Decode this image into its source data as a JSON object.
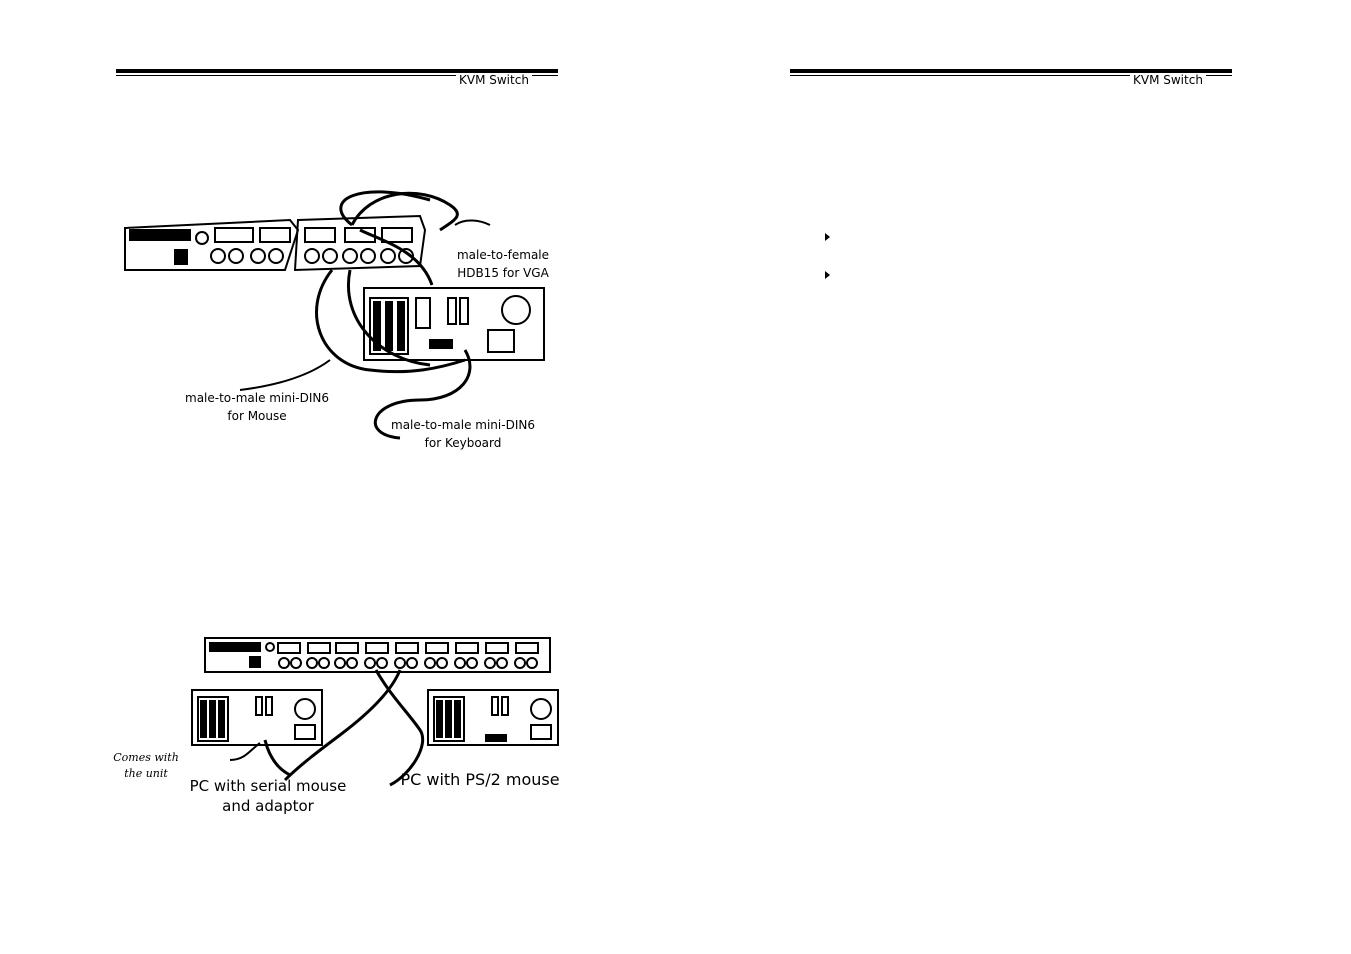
{
  "pages": [
    {
      "header": "KVM Switch",
      "figure1": {
        "label_vga_line1": "male-to-female",
        "label_vga_line2": "HDB15 for VGA",
        "label_mouse_line1": "male-to-male mini-DIN6",
        "label_mouse_line2": "for Mouse",
        "label_kb_line1": "male-to-male mini-DIN6",
        "label_kb_line2": "for Keyboard"
      },
      "figure2": {
        "label_comes_line1": "Comes with",
        "label_comes_line2": "the unit",
        "label_serial_line1": "PC with serial mouse",
        "label_serial_line2": "and adaptor",
        "label_ps2": "PC with PS/2 mouse"
      }
    },
    {
      "header": "KVM Switch",
      "bullets": [
        "",
        ""
      ]
    }
  ]
}
